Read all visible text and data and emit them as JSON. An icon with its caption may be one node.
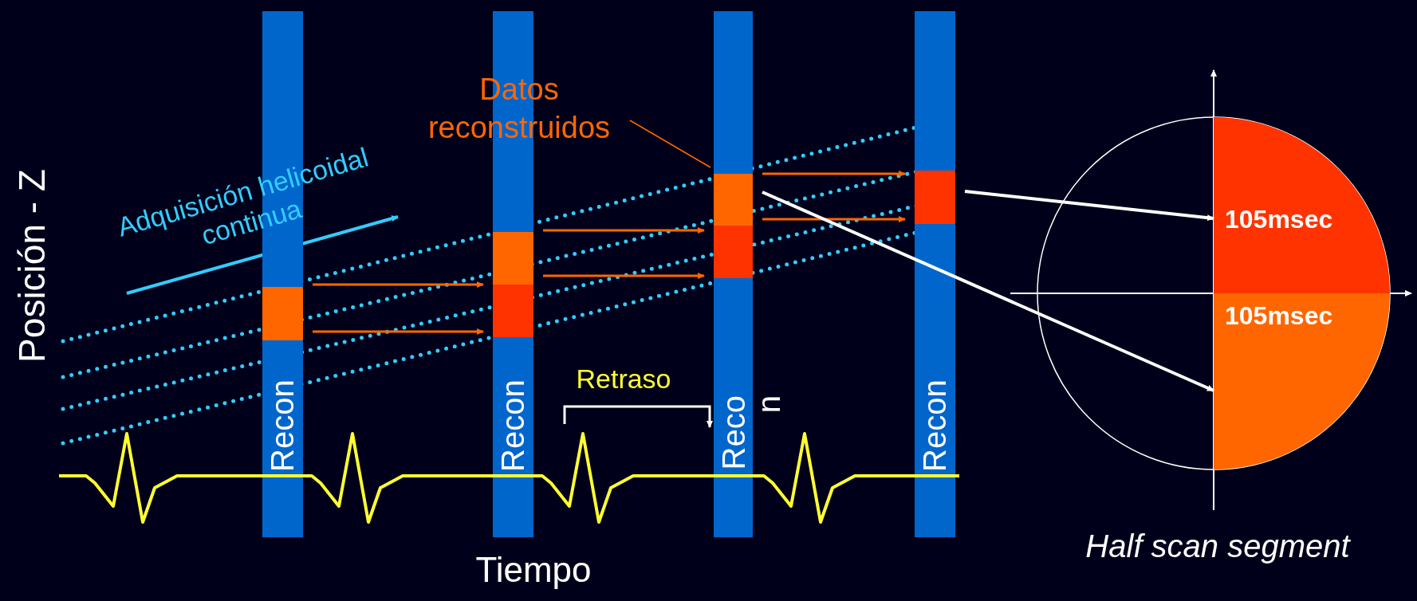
{
  "diagram": {
    "nodes": [
      {
        "text": [
          "Recon"
        ]
      },
      {
        "text": [],
        "shape": "box",
        "in": 0
      },
      {
        "text": [
          "Recon"
        ]
      },
      {
        "text": [],
        "shape": "box",
        "in": 2
      },
      {
        "text": [],
        "shape": "box",
        "in": 2
      },
      {
        "text": [
          "Reco n"
        ]
      },
      {
        "text": [],
        "shape": "box",
        "in": 5
      },
      {
        "text": [],
        "shape": "box",
        "in": 5
      },
      {
        "text": [
          "Recon"
        ]
      },
      {
        "text": [],
        "shape": "box",
        "in": 8
      },
      {
        "text": [
          "105msec"
        ]
      },
      {
        "text": [
          "105msec"
        ]
      },
      {
        "text": [
          "Datos reconstruidos"
        ]
      }
    ],
    "edges": [
      {
        "from": 1,
        "to": 3,
        "arrow": "to"
      },
      {
        "from": 1,
        "to": 4,
        "arrow": "to"
      },
      {
        "from": 3,
        "to": 6,
        "arrow": "to"
      },
      {
        "from": 4,
        "to": 7,
        "arrow": "to"
      },
      {
        "from": 6,
        "to": 9,
        "arrow": "to"
      },
      {
        "from": 7,
        "to": 9,
        "arrow": "to"
      },
      {
        "from": 9,
        "to": 10,
        "arrow": "to",
        "color": "#ffffff"
      },
      {
        "from": 6,
        "to": 11,
        "arrow": "to",
        "color": "#ffffff"
      },
      {
        "from": 12,
        "to": 6,
        "arrow": "none"
      }
    ],
    "labels": [
      "Posición - Z",
      "Adquisición helicoidal continua",
      "Retraso",
      "Tiempo",
      "Half scan segment"
    ]
  }
}
